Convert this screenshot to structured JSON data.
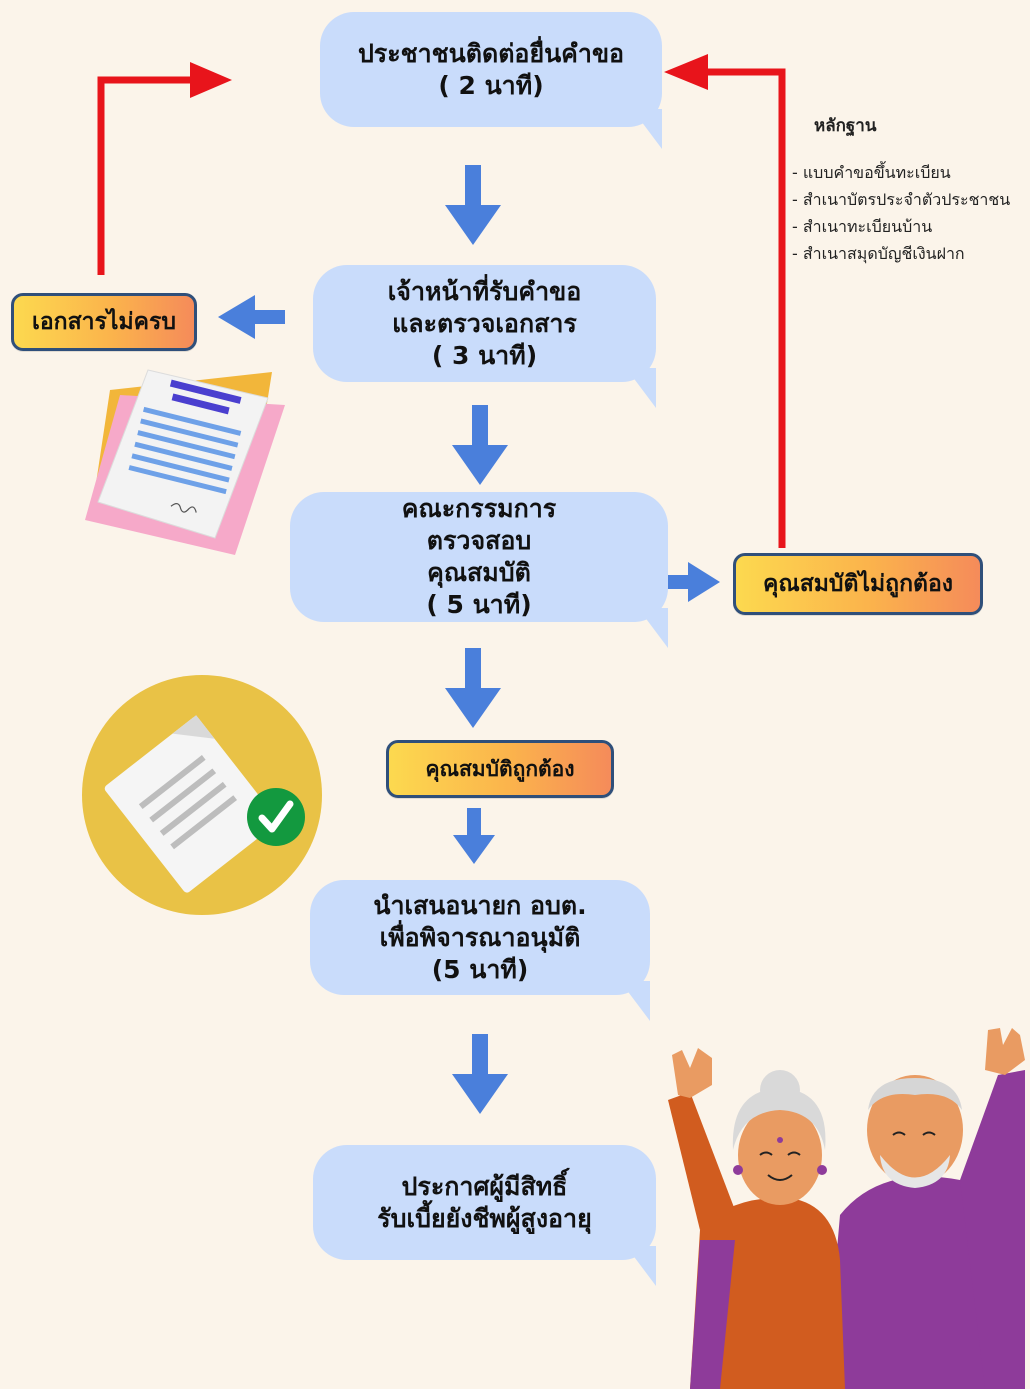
{
  "steps": {
    "submit": {
      "line1": "ประชาชนติดต่อยื่นคำขอ",
      "line2": "( 2 นาที)"
    },
    "review": {
      "line1": "เจ้าหน้าที่รับคำขอ",
      "line2": "และตรวจเอกสาร",
      "line3": "( 3 นาที)"
    },
    "committee": {
      "line1": "คณะกรรมการ",
      "line2": "ตรวจสอบ",
      "line3": "คุณสมบัติ",
      "line4": "( 5 นาที)"
    },
    "propose": {
      "line1": "นำเสนอนายก อบต.",
      "line2": "เพื่อพิจารณาอนุมัติ",
      "line3": "(5 นาที)"
    },
    "announce": {
      "line1": "ประกาศผู้มีสิทธิ์",
      "line2": "รับเบี้ยยังชีพผู้สูงอายุ"
    }
  },
  "tags": {
    "incomplete_docs": "เอกสารไม่ครบ",
    "not_qualified": "คุณสมบัติไม่ถูกต้อง",
    "qualified": "คุณสมบัติถูกต้อง"
  },
  "evidence": {
    "title": "หลักฐาน",
    "items": [
      "- แบบคำขอขึ้นทะเบียน",
      "- สำเนาบัตรประจำตัวประชาชน",
      "- สำเนาทะเบียนบ้าน",
      "- สำเนาสมุดบัญชีเงินฝาก"
    ]
  },
  "colors": {
    "background": "#fbf4ea",
    "bubble": "#c9dcfb",
    "flow_arrow": "#4a7fdb",
    "return_arrow": "#e8141b",
    "tag_border": "#2f4f7a"
  },
  "icons": [
    "document-icon",
    "approved-document-icon",
    "check-icon",
    "elderly-couple-illustration"
  ]
}
